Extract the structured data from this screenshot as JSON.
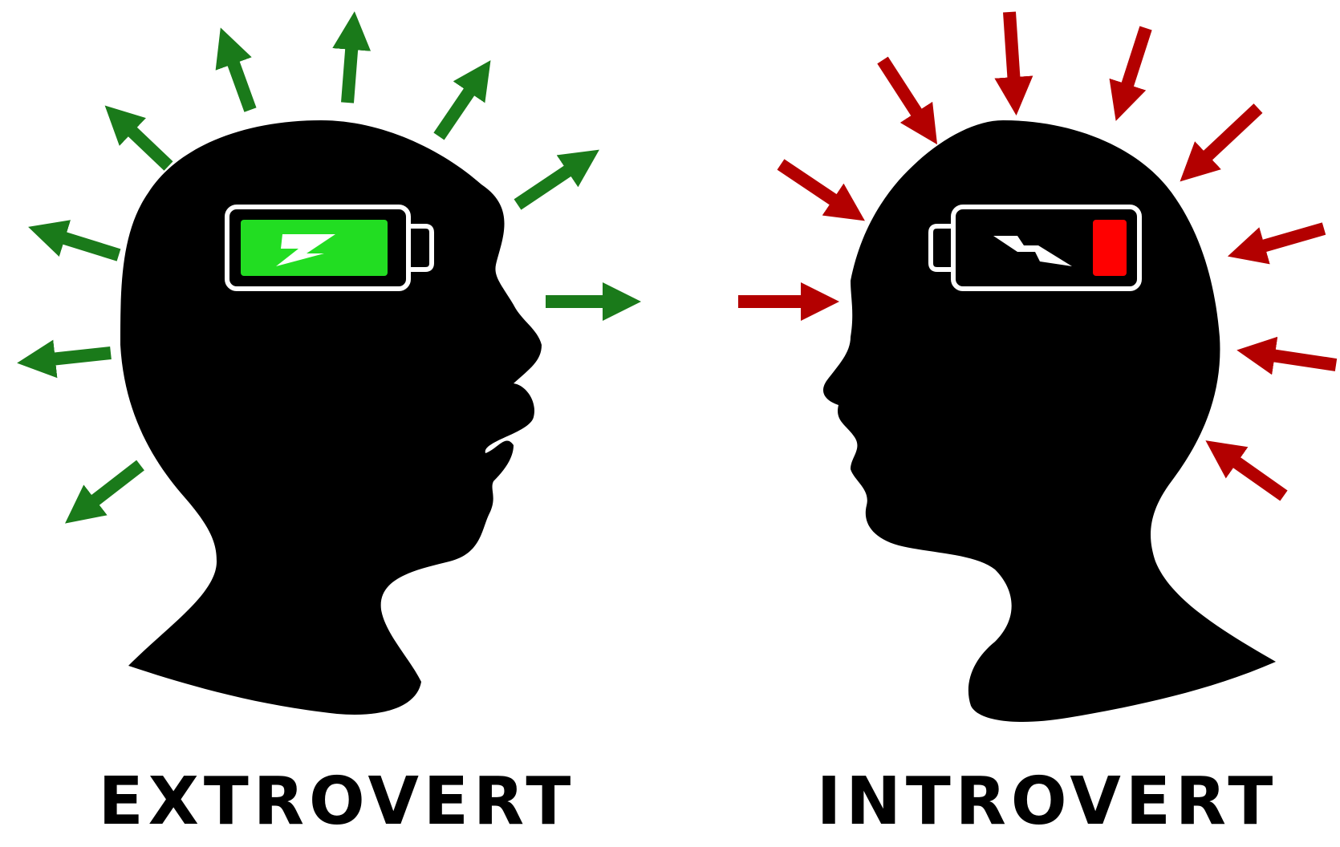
{
  "captions": {
    "left": "EXTROVERT",
    "right": "INTROVERT"
  },
  "colors": {
    "background": "#ffffff",
    "silhouette": "#000000",
    "outgoing_arrow": "#1a7a1a",
    "incoming_arrow": "#b30000",
    "battery_full": "#22dd22",
    "battery_low": "#ff0000",
    "battery_outline": "#ffffff",
    "bolt": "#ffffff"
  },
  "icons": {
    "left_head": "head-silhouette-open-mouth-icon",
    "right_head": "head-silhouette-closed-mouth-icon",
    "left_battery": "battery-full-charging-icon",
    "right_battery": "battery-low-charging-icon",
    "left_arrows": "outgoing-arrow-icon",
    "right_arrows": "incoming-arrow-icon"
  },
  "batteries": {
    "left_charge_level": 1.0,
    "right_charge_level": 0.18
  }
}
